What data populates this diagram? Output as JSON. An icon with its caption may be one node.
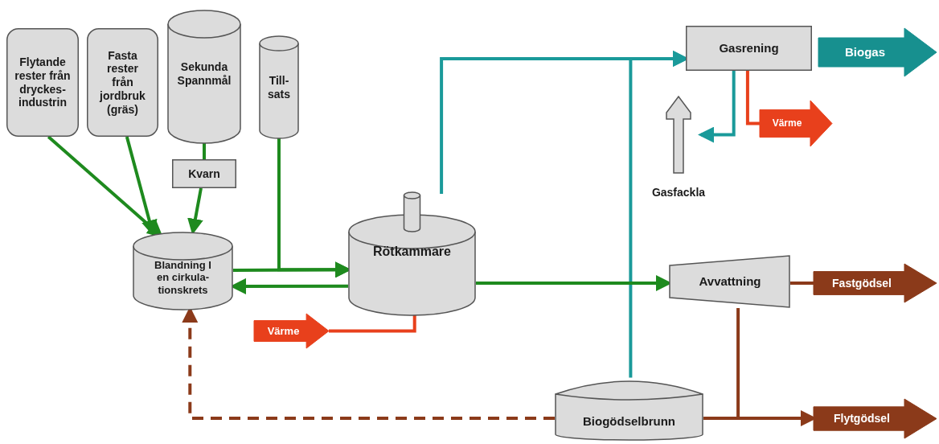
{
  "diagram": {
    "nodes": [
      {
        "text": [
          "Flytande rester från dryckes-industrin"
        ]
      },
      {
        "text": [
          "Fasta rester från jordbruk (gräs)"
        ]
      },
      {
        "text": [
          "Sekunda Spannmål"
        ]
      },
      {
        "text": [
          "Till-sats"
        ]
      },
      {
        "text": [
          "Kvarn"
        ]
      },
      {
        "text": [
          "Blandning I en cirkula-tionskrets"
        ]
      },
      {
        "text": [
          "Rötkammare"
        ]
      },
      {
        "text": [
          "Värme"
        ]
      },
      {
        "text": [
          "Gasrening"
        ]
      },
      {
        "text": [
          "Biogas"
        ]
      },
      {
        "text": [
          "Värme"
        ]
      },
      {
        "text": [
          "Gasfackla"
        ]
      },
      {
        "text": [
          "Avvattning"
        ]
      },
      {
        "text": [
          "Fastgödsel"
        ]
      },
      {
        "text": [
          "Biogödselbrunn"
        ]
      },
      {
        "text": [
          "Flytgödsel"
        ]
      }
    ],
    "edges": [
      {
        "from": 0,
        "to": 5,
        "arrow": "to"
      },
      {
        "from": 1,
        "to": 5,
        "arrow": "to"
      },
      {
        "from": 2,
        "to": 4,
        "arrow": "none"
      },
      {
        "from": 4,
        "to": 5,
        "arrow": "to"
      },
      {
        "from": 3,
        "to": 6,
        "arrow": "to"
      },
      {
        "from": 5,
        "to": 6,
        "arrow": "to"
      },
      {
        "from": 6,
        "to": 5,
        "arrow": "to"
      },
      {
        "from": 7,
        "to": 6,
        "arrow": "none",
        "color": "#e8401c"
      },
      {
        "from": 6,
        "to": 8,
        "arrow": "to",
        "color": "#1a9a9a"
      },
      {
        "from": 14,
        "to": 8,
        "arrow": "to",
        "color": "#1a9a9a"
      },
      {
        "from": 8,
        "to": 11,
        "arrow": "to",
        "color": "#1a9a9a"
      },
      {
        "from": 8,
        "to": 10,
        "arrow": "none",
        "color": "#e8401c"
      },
      {
        "from": 6,
        "to": 12,
        "arrow": "to"
      },
      {
        "from": 12,
        "to": 13,
        "arrow": "none",
        "color": "#8b3a1a"
      },
      {
        "from": 12,
        "to": 15,
        "arrow": "to",
        "color": "#8b3a1a"
      },
      {
        "from": 14,
        "to": 15,
        "arrow": "none",
        "color": "#8b3a1a"
      },
      {
        "from": 14,
        "to": 5,
        "arrow": "to",
        "style": "dashed",
        "color": "#8b3a1a"
      }
    ]
  }
}
